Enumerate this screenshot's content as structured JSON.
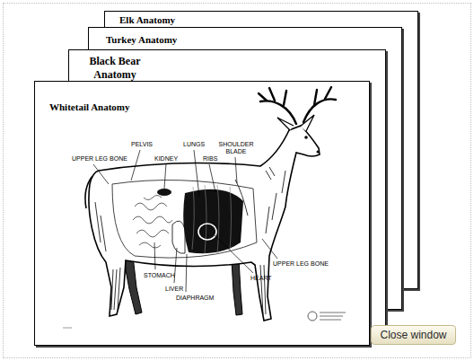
{
  "diagram": {
    "nodes": [
      {
        "text": [
          "Elk Anatomy"
        ]
      },
      {
        "text": [
          "Turkey Anatomy"
        ]
      },
      {
        "text": [
          "Black Bear Anatomy"
        ]
      },
      {
        "text": [
          "Whitetail Anatomy"
        ]
      },
      {
        "text": [
          "Close window"
        ]
      }
    ],
    "labels": [
      "UPPER LEG BONE",
      "PELVIS",
      "KIDNEY",
      "LUNGS",
      "RIBS",
      "SHOULDER BLADE",
      "STOMACH",
      "LIVER",
      "DIAPHRAGM",
      "HEART",
      "UPPER LEG BONE"
    ]
  }
}
